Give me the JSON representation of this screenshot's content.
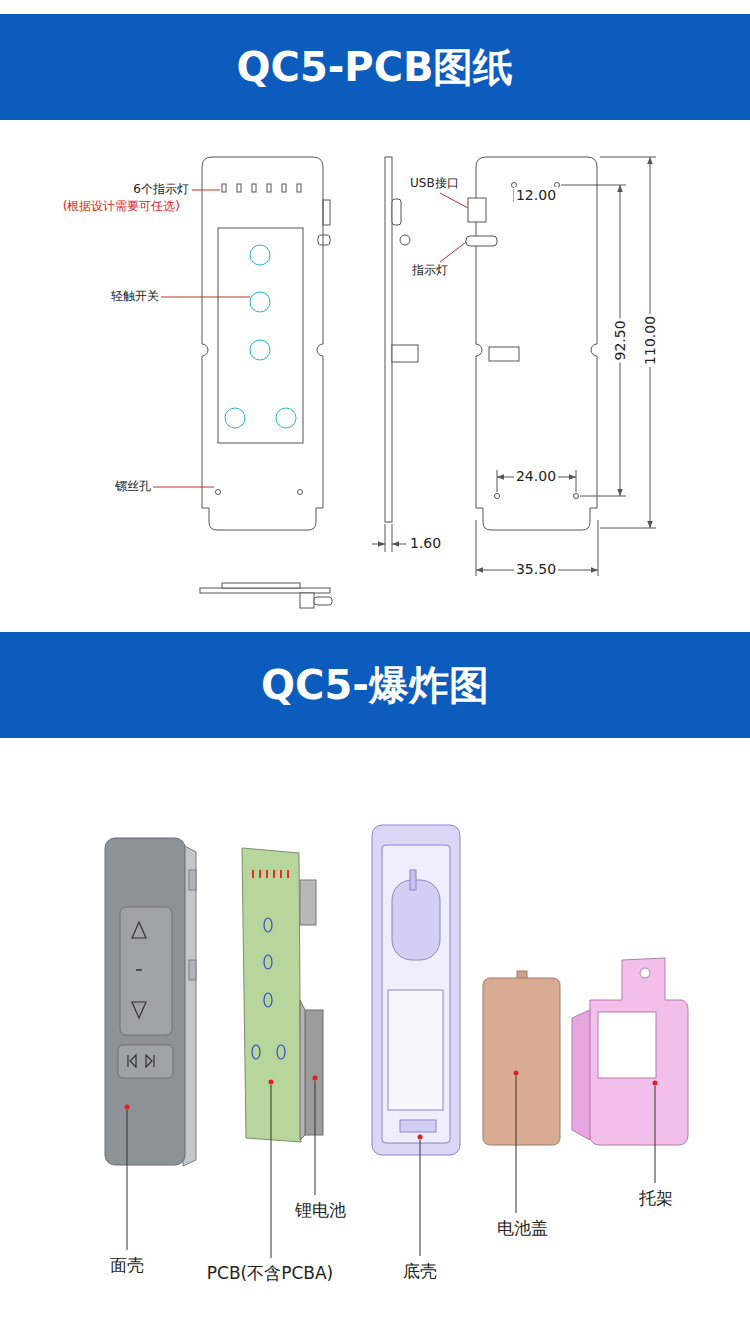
{
  "diagram": {
    "nodes": [
      {
        "text": [
          "QC5-PCB图纸"
        ]
      },
      {
        "text": [
          "QC5-爆炸图"
        ]
      }
    ],
    "labels": [
      "6个指示灯",
      "(根据设计需要可任选)",
      "轻触开关",
      "镙丝孔",
      "USB接口",
      "12.00",
      "指示灯",
      "92.50",
      "110.00",
      "24.00",
      "1.60",
      "35.50",
      "面壳",
      "锂电池",
      "PCB(不含PCBA)",
      "底壳",
      "电池盖",
      "托架"
    ]
  }
}
